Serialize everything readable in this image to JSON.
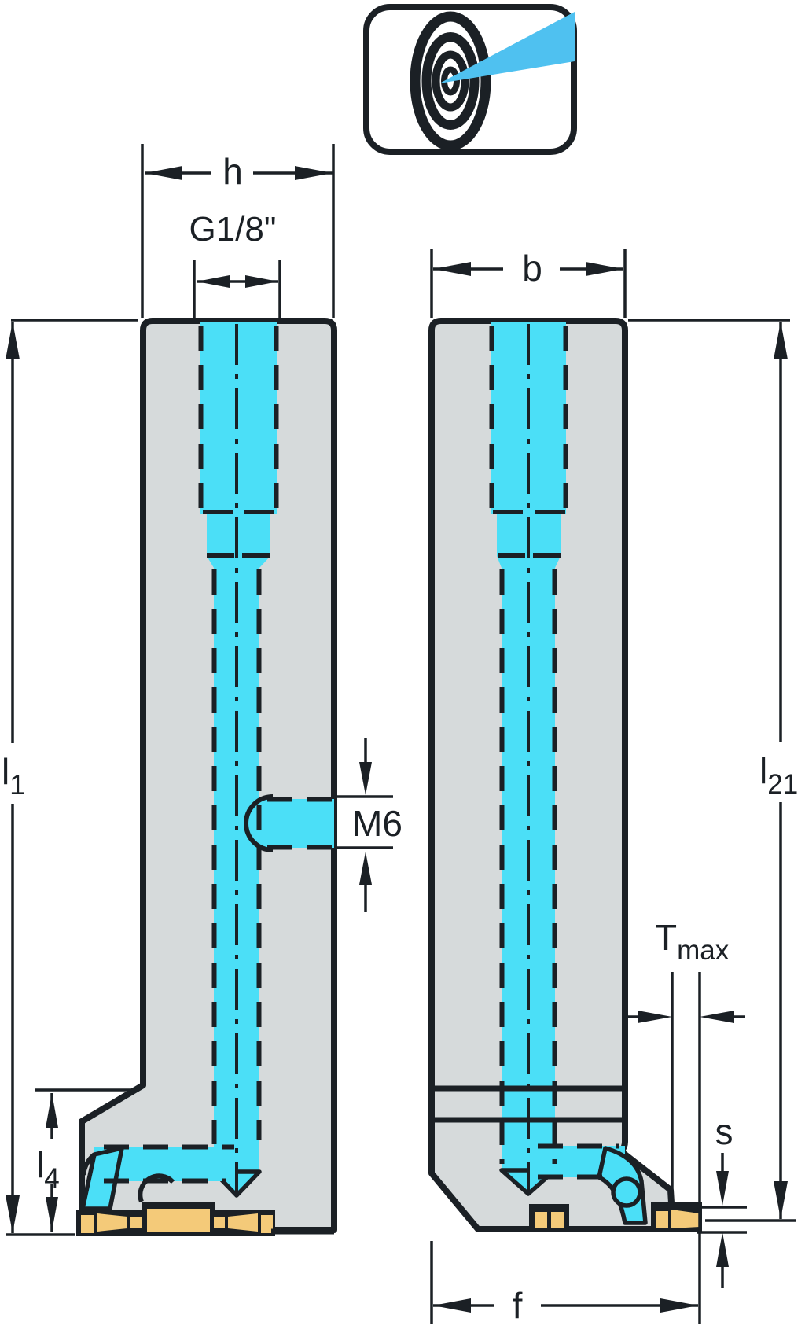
{
  "drawing": {
    "kind": "tool-holder-technical-drawing",
    "colors": {
      "outline": "#1b2025",
      "body_fill": "#d6dadb",
      "coolant_fill": "#4bdff7",
      "insert_fill": "#f4ca79",
      "jet_fill": "#4fc1f0",
      "background": "#ffffff"
    },
    "icon": {
      "name": "precision-coolant-target-icon"
    },
    "dimensions": {
      "h": "h",
      "thread": "G1/8\"",
      "b": "b",
      "m6": "M6",
      "s": "s",
      "f": "f",
      "l1": {
        "base": "l",
        "sub": "1"
      },
      "l21": {
        "base": "l",
        "sub": "21"
      },
      "l4": {
        "base": "l",
        "sub": "4"
      },
      "tmax": {
        "base": "T",
        "sub": "max"
      }
    }
  }
}
